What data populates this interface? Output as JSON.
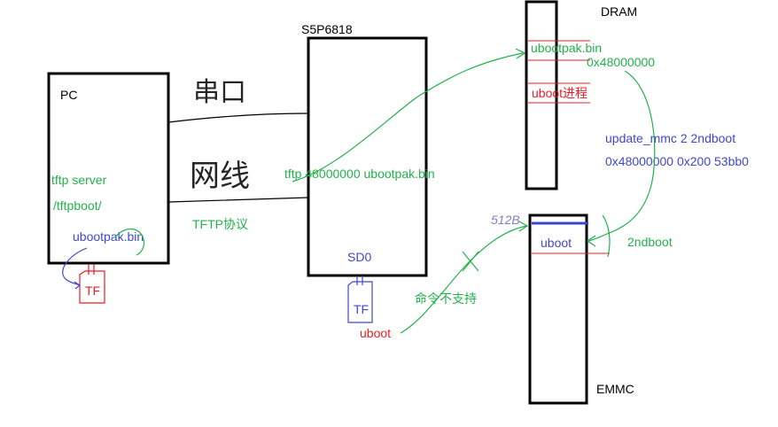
{
  "colors": {
    "box": "#000000",
    "black_text": "#000000",
    "green": "#22b14c",
    "blue": "#3f48cc",
    "red": "#ed1c24",
    "red_line": "#ed1c24",
    "purple": "#8080c0"
  },
  "boxes": {
    "pc": {
      "label": "PC"
    },
    "soc": {
      "label": "S5P6818"
    },
    "dram": {
      "label": "DRAM"
    },
    "emmc": {
      "label": "EMMC"
    }
  },
  "pc": {
    "tftp_server": "tftp server",
    "tftp_dir": "/tftpboot/",
    "file": "ubootpak.bin",
    "sd_card": "TF"
  },
  "links": {
    "serial": "串口",
    "network": "网线",
    "tftp_protocol": "TFTP协议"
  },
  "soc": {
    "command": "tftp 48000000 ubootpak.bin",
    "sd_label": "SD0",
    "sd_card": "TF",
    "sd_content": "uboot",
    "unsupported": "命令不支持"
  },
  "dram": {
    "region1": "ubootpak.bin",
    "address": "0x48000000",
    "region2": "uboot进程"
  },
  "emmc": {
    "offset": "512B",
    "region": "uboot",
    "partition": "2ndboot",
    "update_cmd_line1": "update_mmc 2  2ndboot",
    "update_cmd_line2": "0x48000000 0x200 53bb0"
  }
}
